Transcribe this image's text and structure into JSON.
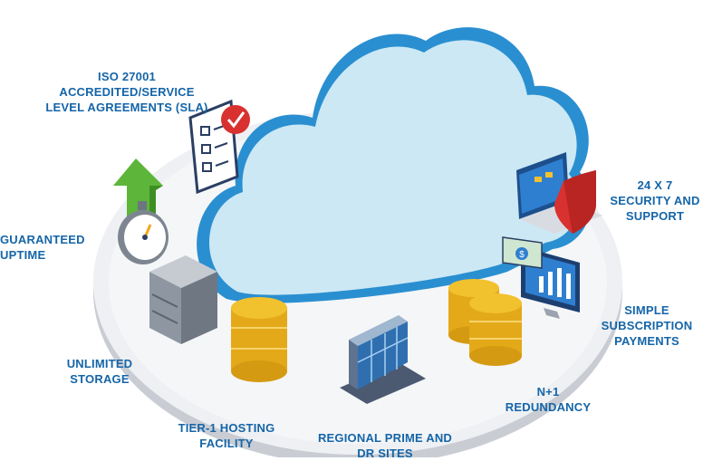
{
  "features": [
    {
      "id": "iso",
      "lines": [
        "ISO 27001",
        "ACCREDITED/SERVICE",
        "LEVEL AGREEMENTS (SLA)"
      ]
    },
    {
      "id": "uptime",
      "lines": [
        "GUARANTEED",
        "UPTIME"
      ]
    },
    {
      "id": "storage",
      "lines": [
        "UNLIMITED",
        "STORAGE"
      ]
    },
    {
      "id": "hosting",
      "lines": [
        "TIER-1 HOSTING",
        "FACILITY"
      ]
    },
    {
      "id": "regional",
      "lines": [
        "REGIONAL PRIME AND",
        "DR SITES"
      ]
    },
    {
      "id": "redundancy",
      "lines": [
        "N+1",
        "REDUNDANCY"
      ]
    },
    {
      "id": "payments",
      "lines": [
        "SIMPLE",
        "SUBSCRIPTION",
        "PAYMENTS"
      ]
    },
    {
      "id": "security",
      "lines": [
        "24 X 7",
        "SECURITY AND",
        "SUPPORT"
      ]
    }
  ],
  "colors": {
    "label": "#1565a8",
    "cloud_light": "#cce8f5",
    "cloud_dark": "#2a8fd0",
    "platform": "#eef0f3",
    "platform_edge": "#c9cdd3",
    "gold": "#f2c12e",
    "gold_dark": "#d49a12",
    "green": "#5db53a",
    "red": "#d8312f"
  },
  "icons": [
    "cloud-icon",
    "checklist-icon",
    "arrow-up-icon",
    "stopwatch-icon",
    "server-cabinet-icon",
    "database-icon",
    "building-icon",
    "laptop-icon",
    "shield-icon",
    "monitor-chart-icon",
    "dollar-bill-icon"
  ]
}
